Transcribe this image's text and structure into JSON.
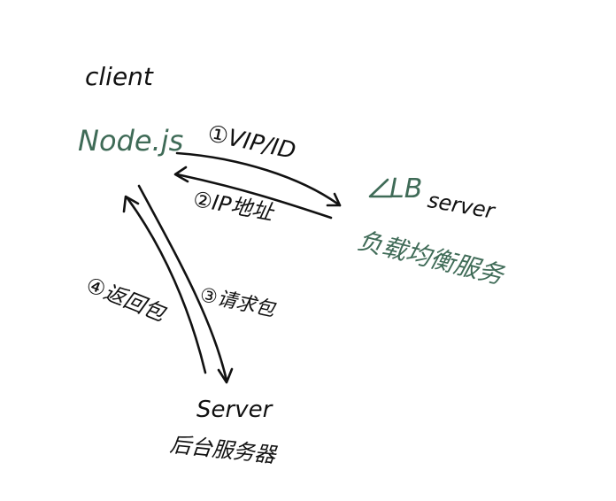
{
  "colors": {
    "ink": "#111111",
    "green": "#3f6b57",
    "background": "#ffffff"
  },
  "nodes": {
    "client_role": "client",
    "client_name": "Node.js",
    "lb_role": "LB",
    "lb_server": "server",
    "lb_desc": "负载均衡服务",
    "backend_role": "Server",
    "backend_desc": "后台服务器"
  },
  "edges": [
    {
      "step": "①",
      "label": "VIP/ID"
    },
    {
      "step": "②",
      "label": "IP地址"
    },
    {
      "step": "③",
      "label": "请求包"
    },
    {
      "step": "④",
      "label": "返回包"
    }
  ]
}
